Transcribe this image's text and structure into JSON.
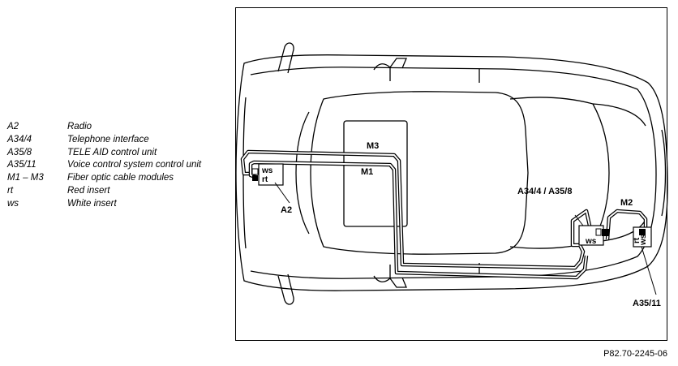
{
  "legend": [
    {
      "code": "A2",
      "desc": "Radio"
    },
    {
      "code": "A34/4",
      "desc": "Telephone interface"
    },
    {
      "code": "A35/8",
      "desc": "TELE AID control unit"
    },
    {
      "code": "A35/11",
      "desc": "Voice control system control unit"
    },
    {
      "code": "M1 – M3",
      "desc": "Fiber optic cable modules"
    },
    {
      "code": "rt",
      "desc": "Red insert"
    },
    {
      "code": "ws",
      "desc": "White insert"
    }
  ],
  "diagram": {
    "labels": {
      "m3": "M3",
      "m1": "M1",
      "m2": "M2",
      "a2": "A2",
      "a34_a35": "A34/4 / A35/8",
      "a35_11": "A35/11",
      "ws_a2": "ws",
      "rt_a2": "rt",
      "ws_a34": "ws",
      "ws_a35": "ws",
      "rt_a35": "rt"
    }
  },
  "figure_id": "P82.70-2245-06"
}
